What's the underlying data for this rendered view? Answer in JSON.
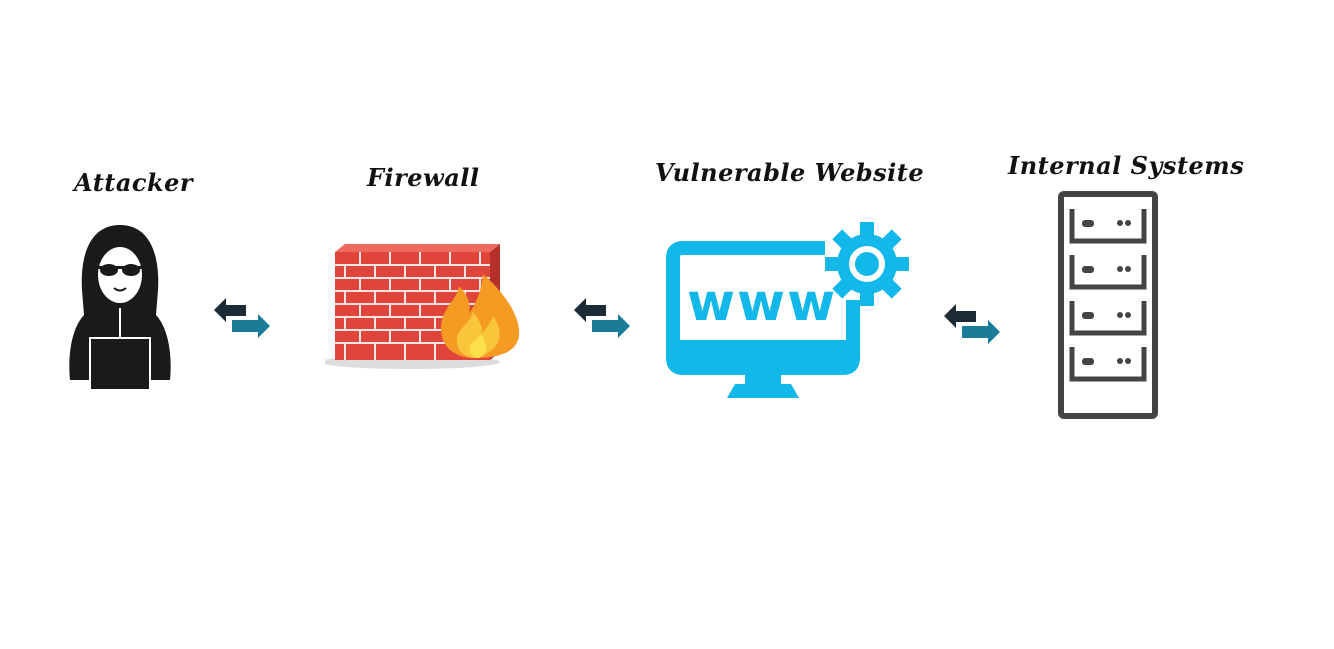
{
  "diagram": {
    "title": "",
    "nodes": [
      {
        "id": "attacker",
        "label": "Attacker",
        "icon": "hacker-icon"
      },
      {
        "id": "firewall",
        "label": "Firewall",
        "icon": "brick-firewall-icon"
      },
      {
        "id": "website",
        "label": "Vulnerable Website",
        "icon": "www-monitor-gear-icon"
      },
      {
        "id": "internal",
        "label": "Internal Systems",
        "icon": "server-rack-icon"
      }
    ],
    "edges": [
      {
        "from": "attacker",
        "to": "firewall",
        "type": "bidirectional",
        "icon": "exchange-arrows-icon"
      },
      {
        "from": "firewall",
        "to": "website",
        "type": "bidirectional",
        "icon": "exchange-arrows-icon"
      },
      {
        "from": "website",
        "to": "internal",
        "type": "bidirectional",
        "icon": "exchange-arrows-icon"
      }
    ],
    "colors": {
      "arrow_dark": "#1c2b36",
      "arrow_teal": "#1b7c97",
      "website_blue": "#12b8ea",
      "brick_red": "#e0443a",
      "flame_orange": "#f59a23",
      "flame_yellow": "#f9d23a",
      "rack_gray": "#444444",
      "hacker_black": "#1a1a1a"
    }
  }
}
